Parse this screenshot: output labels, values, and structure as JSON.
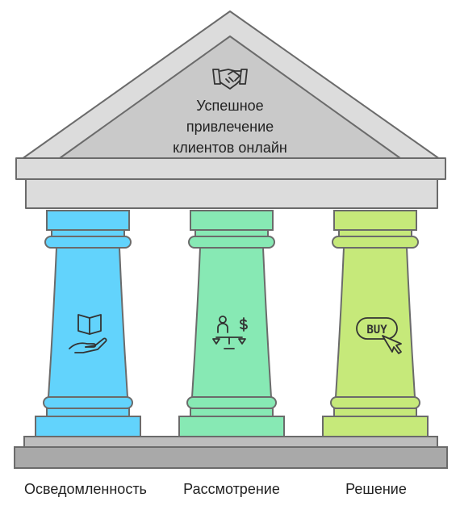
{
  "title": {
    "line1": "Успешное",
    "line2": "привлечение",
    "line3": "клиентов онлайн",
    "icon": "handshake-icon"
  },
  "pillars": [
    {
      "label": "Осведомленность",
      "icon": "book-in-hand-icon",
      "color": "#62d3fc"
    },
    {
      "label": "Рассмотрение",
      "icon": "person-money-scale-icon",
      "color": "#87e9b4"
    },
    {
      "label": "Решение",
      "icon": "buy-click-icon",
      "color": "#c6e97a",
      "icon_text": "BUY"
    }
  ],
  "colors": {
    "roof": "#dcdcdc",
    "roof_inner": "#c9c9c9",
    "base": "#a9a9a9",
    "outline": "#6b6b6b"
  }
}
